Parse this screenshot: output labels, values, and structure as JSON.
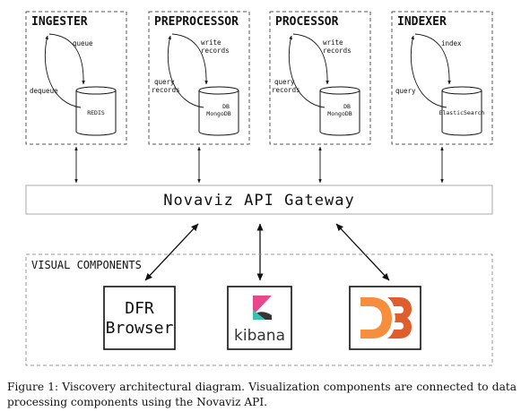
{
  "components": [
    {
      "title": "INGESTER",
      "store": [
        "REDIS"
      ],
      "arrow_out": [
        "queue"
      ],
      "arrow_in": [
        "dequeue"
      ]
    },
    {
      "title": "PREPROCESSOR",
      "store": [
        "DB",
        "MongoDB"
      ],
      "arrow_out": [
        "write",
        "records"
      ],
      "arrow_in": [
        "query",
        "records"
      ]
    },
    {
      "title": "PROCESSOR",
      "store": [
        "DB",
        "MongoDB"
      ],
      "arrow_out": [
        "write",
        "records"
      ],
      "arrow_in": [
        "query",
        "records"
      ]
    },
    {
      "title": "INDEXER",
      "store": [
        "ElasticSearch"
      ],
      "arrow_out": [
        "index"
      ],
      "arrow_in": [
        "query"
      ]
    }
  ],
  "gateway": {
    "label": "Novaviz API Gateway"
  },
  "visual_section": {
    "title": "VISUAL COMPONENTS",
    "dfr": [
      "DFR",
      "Browser"
    ],
    "kibana": "kibana",
    "d3_logo": "d3-logo",
    "kibana_logo": "kibana-logo"
  },
  "caption": "Figure 1: Viscovery architectural diagram. Visualization components are connected to data processing components using the Novaviz API.",
  "colors": {
    "kibana_pink": "#e8478b",
    "kibana_teal": "#3ebeb0",
    "kibana_dark": "#353535",
    "d3_orange": "#f68e3e",
    "d3_dark": "#e05d2d"
  }
}
